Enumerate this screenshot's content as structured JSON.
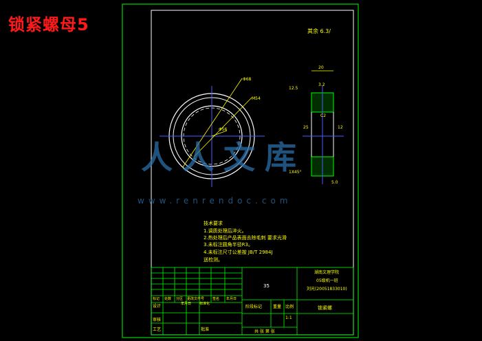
{
  "title": "锁紧螺母5",
  "roughness_note": "其余 6.3/",
  "dimensions": {
    "od_label": "Φ68",
    "thread_label": "M54",
    "bore_label": "Φ56",
    "width_top": "20",
    "surface_finish": "3.2",
    "chamfer_top": "C2",
    "dim_left_top": "12.5",
    "dim_left_mid": "25",
    "dim_right": "12",
    "dim_left_bottom": "1X45°",
    "dim_bottom": "5.0"
  },
  "tech_requirements": {
    "heading": "技术要求",
    "items": [
      "1.调质处理后淬火。",
      "2.热处理后产品表面去除毛刺 要求光滑",
      "3.未标注圆角半径R3。",
      "4.未标注尺寸公差按 JB/T 2984J",
      "送检测。"
    ]
  },
  "title_block": {
    "quantity": "35",
    "school": "湖南文理学院",
    "class": "05级机一班",
    "student": "刘光(20051833010)",
    "part_name": "锁紧螺",
    "scale_label": "比例",
    "scale_value": "1:1",
    "weight_label": "重量",
    "stage_label": "阶段标记",
    "sheets": "共 张 第 张",
    "row_headers": [
      "标记",
      "处数",
      "分区",
      "更改文件号",
      "签名",
      "年月日"
    ],
    "designer": "设计",
    "date_label": "年月日",
    "standard_label": "标准化",
    "reviewer": "审核",
    "process": "工艺",
    "approve": "批准"
  },
  "watermark": {
    "logo_text": "人人文库",
    "url": "www.renrendoc.com"
  }
}
